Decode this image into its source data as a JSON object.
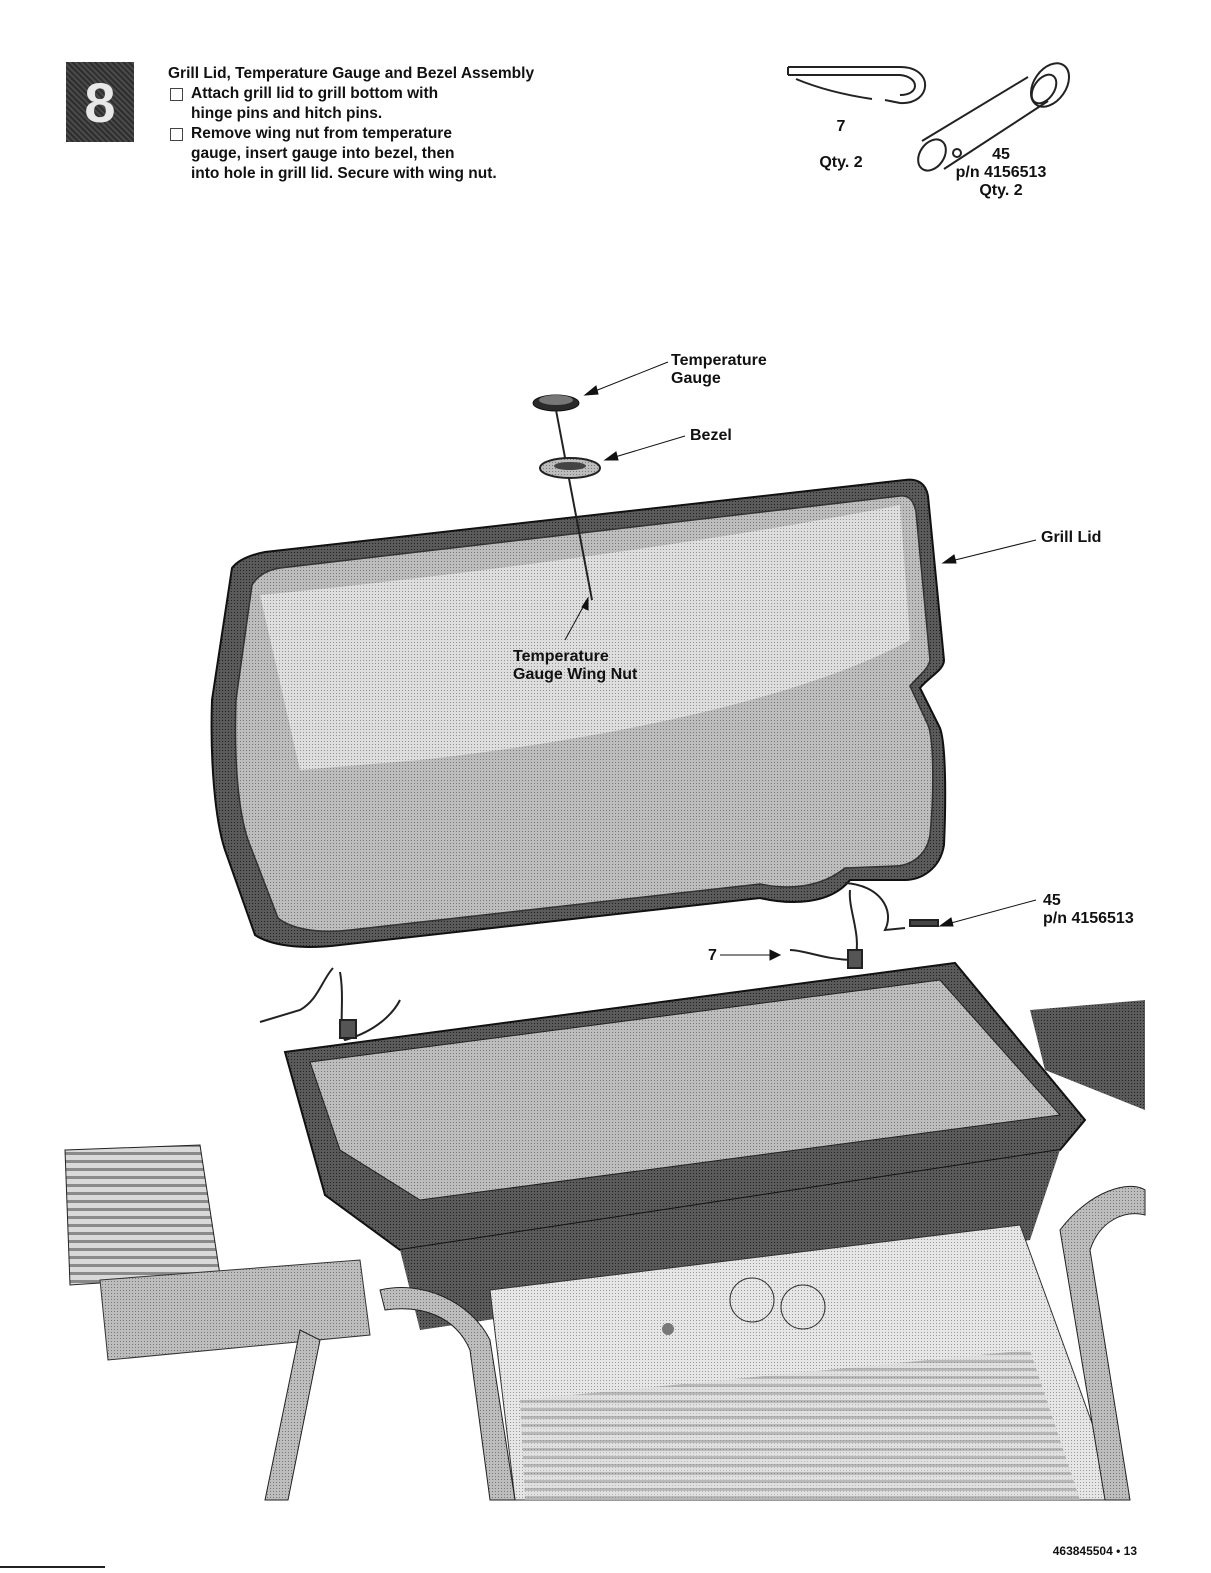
{
  "step": {
    "number": "8",
    "title": "Grill Lid, Temperature Gauge and Bezel Assembly",
    "items": [
      "Attach grill lid to grill bottom with\nhinge pins and hitch pins.",
      "Remove wing nut from temperature\ngauge, insert gauge into bezel, then\ninto hole in grill lid. Secure with wing nut."
    ]
  },
  "parts": {
    "hitch_pin": {
      "number": "7",
      "qty": "Qty. 2"
    },
    "hinge_pin": {
      "number": "45",
      "pn": "p/n 4156513",
      "qty": "Qty. 2"
    }
  },
  "callouts": {
    "temperature_gauge": "Temperature\nGauge",
    "bezel": "Bezel",
    "grill_lid": "Grill Lid",
    "wing_nut": "Temperature\nGauge Wing Nut",
    "hinge_pin_number": "45",
    "hinge_pin_pn": "p/n 4156513",
    "hitch_pin_number": "7"
  },
  "footer": "463845504 • 13"
}
